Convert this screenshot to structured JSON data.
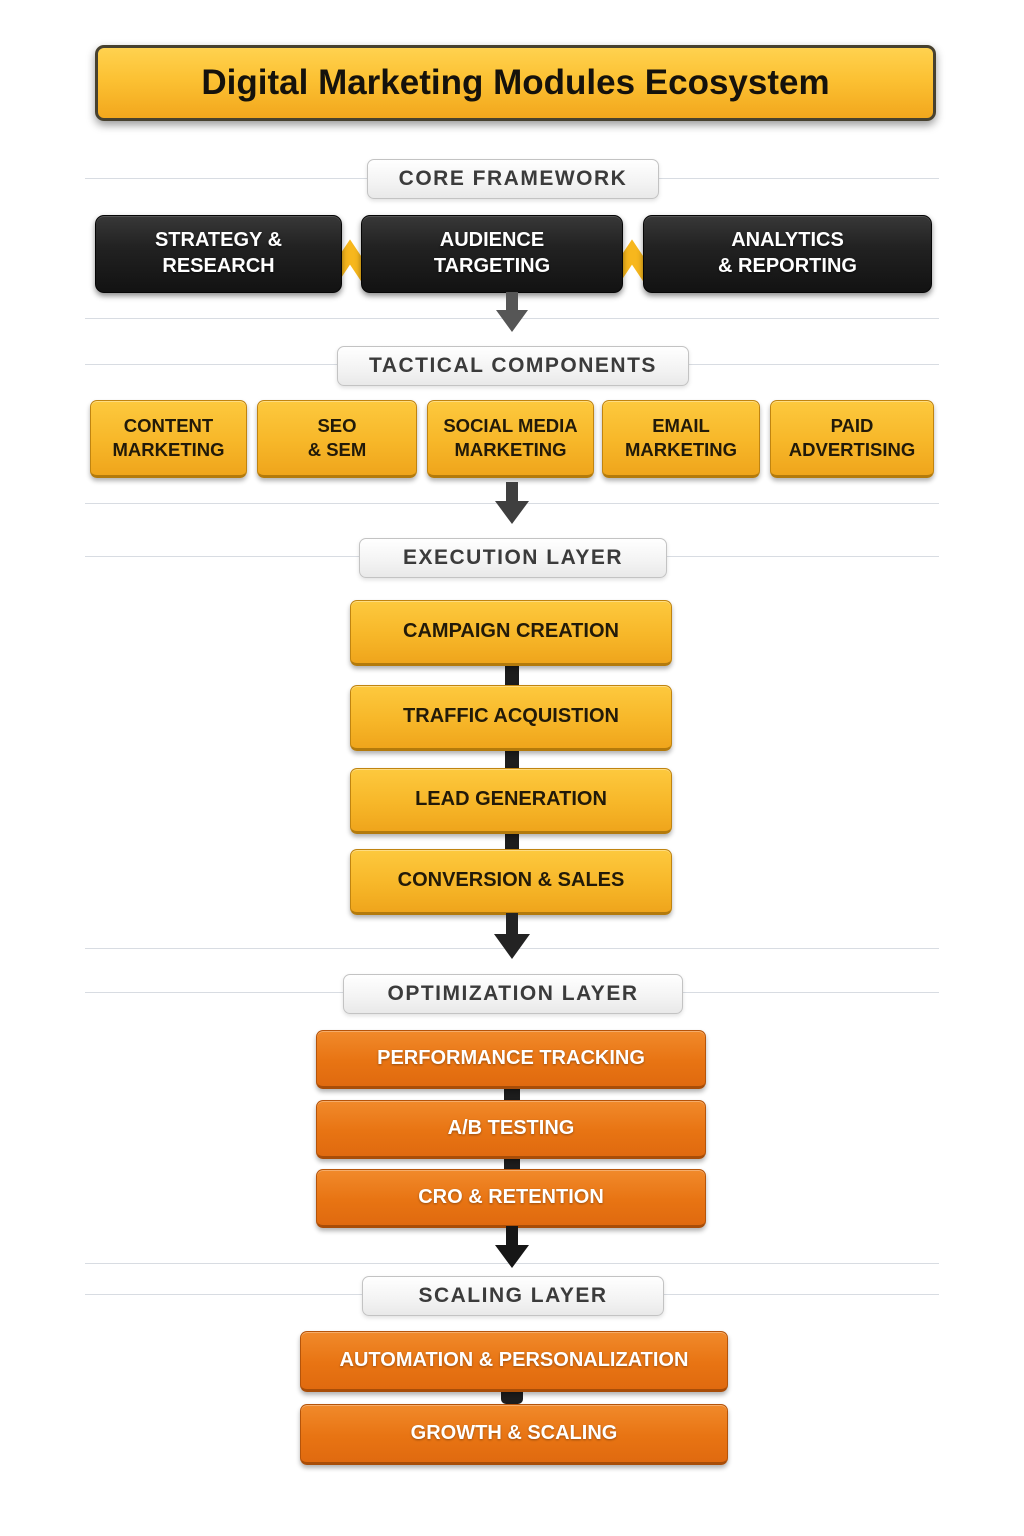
{
  "title": "Digital Marketing Modules Ecosystem",
  "sections": {
    "core": {
      "header": "CORE FRAMEWORK",
      "boxes": [
        "STRATEGY &\nRESEARCH",
        "AUDIENCE\nTARGETING",
        "ANALYTICS\n& REPORTING"
      ]
    },
    "tactical": {
      "header": "TACTICAL COMPONENTS",
      "boxes": [
        "CONTENT\nMARKETING",
        "SEO\n& SEM",
        "SOCIAL MEDIA\nMARKETING",
        "EMAIL\nMARKETING",
        "PAID\nADVERTISING"
      ]
    },
    "execution": {
      "header": "EXECUTION LAYER",
      "boxes": [
        "CAMPAIGN CREATION",
        "TRAFFIC ACQUISTION",
        "LEAD GENERATION",
        "CONVERSION & SALES"
      ]
    },
    "optimization": {
      "header": "OPTIMIZATION LAYER",
      "boxes": [
        "PERFORMANCE TRACKING",
        "A/B TESTING",
        "CRO & RETENTION"
      ]
    },
    "scaling": {
      "header": "SCALING LAYER",
      "boxes": [
        "AUTOMATION & PERSONALIZATION",
        "GROWTH & SCALING"
      ]
    }
  },
  "colors": {
    "banner_yellow": "#F7B729",
    "box_yellow": "#F2AC20",
    "box_orange": "#E87413",
    "box_dark": "#1E1E1E",
    "chevron_yellow": "#F7B71D",
    "arrow_gray": "#4F4F4F",
    "arrow_dark": "#222222",
    "divider": "#D8DCE2"
  }
}
